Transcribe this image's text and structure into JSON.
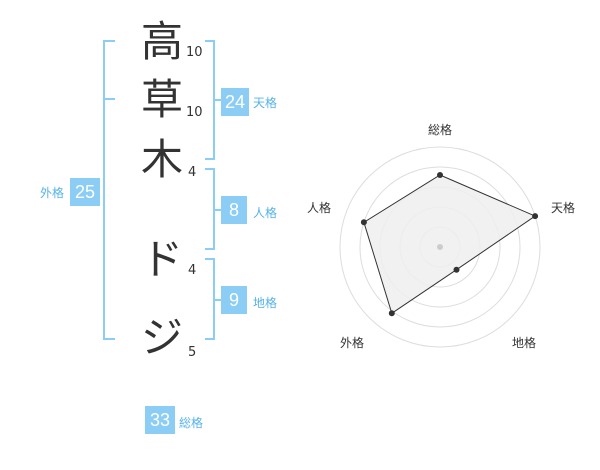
{
  "name": {
    "characters": [
      "高",
      "草",
      "木",
      "ド",
      "ジ"
    ],
    "strokes": [
      "10",
      "10",
      "4",
      "4",
      "5"
    ]
  },
  "scores": {
    "tenkaku": {
      "value": "24",
      "label": "天格"
    },
    "jinkaku": {
      "value": "8",
      "label": "人格"
    },
    "chikaku": {
      "value": "9",
      "label": "地格"
    },
    "gaikaku": {
      "value": "25",
      "label": "外格"
    },
    "soukaku": {
      "value": "33",
      "label": "総格"
    }
  },
  "radar": {
    "axes": [
      "総格",
      "天格",
      "地格",
      "外格",
      "人格"
    ],
    "values": [
      0.72,
      1.0,
      0.28,
      0.82,
      0.8
    ],
    "rings": 5
  },
  "colors": {
    "accent": "#8ccdf5",
    "label": "#56b3ea",
    "text": "#333333",
    "grid": "#dddddd",
    "fill": "#efefef"
  }
}
